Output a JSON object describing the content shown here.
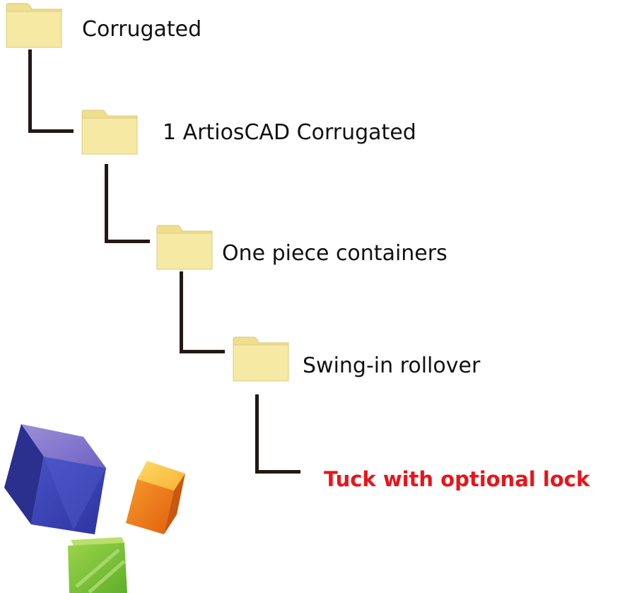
{
  "tree": {
    "nodes": [
      {
        "label": "Corrugated",
        "icon": "folder-icon"
      },
      {
        "label": "1 ArtiosCAD Corrugated",
        "icon": "folder-icon"
      },
      {
        "label": "One piece containers",
        "icon": "folder-icon"
      },
      {
        "label": "Swing-in rollover",
        "icon": "folder-icon"
      },
      {
        "label": "Tuck with optional lock",
        "icon": null
      }
    ]
  },
  "colors": {
    "folder_fill": "#F6E9A4",
    "folder_tab": "#EFDF8F",
    "connector": "#231815",
    "highlight_text": "#E8141A",
    "cube_blue": "#3E46B0",
    "cube_orange": "#F07A1A",
    "cube_green": "#7AC23A"
  },
  "decoration": {
    "icons": [
      "blue-cube-icon",
      "orange-cube-icon",
      "green-cube-icon"
    ]
  }
}
